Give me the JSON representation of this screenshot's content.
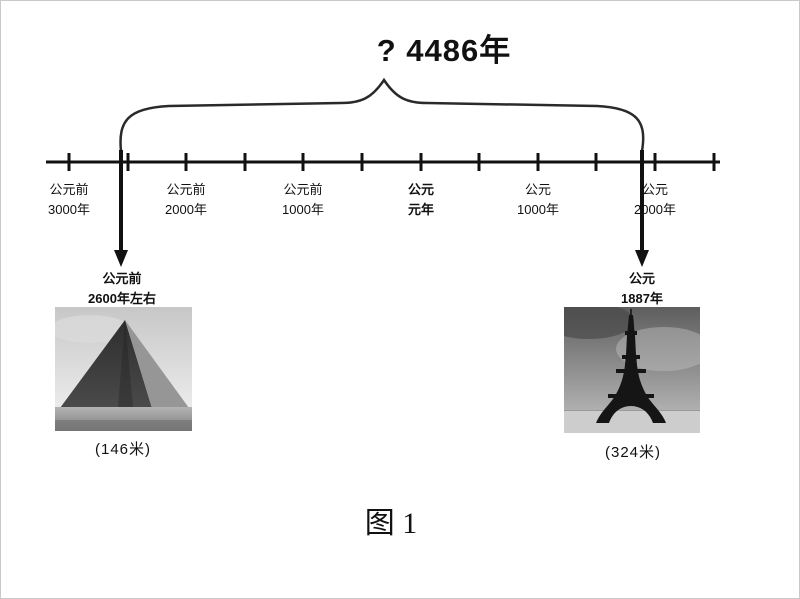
{
  "title": "? 4486年",
  "timeline": {
    "labels": [
      {
        "line1": "公元前",
        "line2": "3000年"
      },
      {
        "line1": "公元前",
        "line2": "2000年"
      },
      {
        "line1": "公元前",
        "line2": "1000年"
      },
      {
        "line1": "公元",
        "line2": "元年"
      },
      {
        "line1": "公元",
        "line2": "1000年"
      },
      {
        "line1": "公元",
        "line2": "2000年"
      }
    ]
  },
  "pyramid": {
    "label_line1": "公元前",
    "label_line2": "2600年左右",
    "height": "(146米)",
    "image": "pyramid-photo"
  },
  "tower": {
    "label_line1": "公元",
    "label_line2": "1887年",
    "height": "(324米)",
    "image": "eiffel-tower-photo"
  },
  "caption": "图 1",
  "colors": {
    "line": "#111111",
    "brace": "#2a2a2a"
  }
}
